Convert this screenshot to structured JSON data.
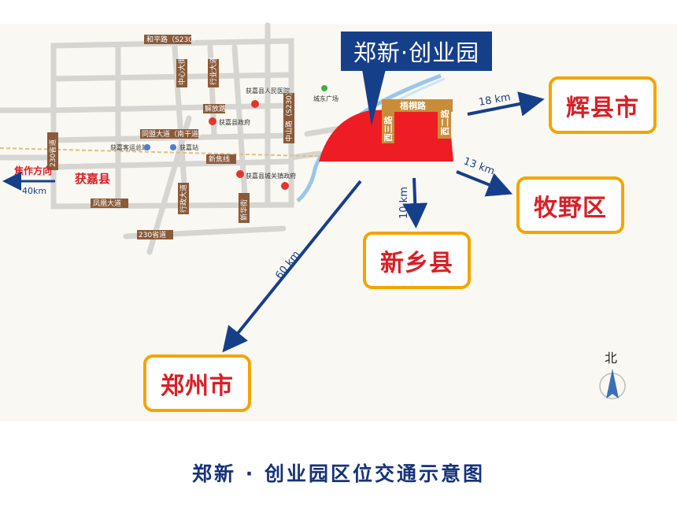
{
  "callout": {
    "title": "郑新·创业园"
  },
  "cities": {
    "huixian": "辉县市",
    "muye": "牧野区",
    "xinxiang": "新乡县",
    "zhengzhou": "郑州市"
  },
  "distances": {
    "huixian": "18 km",
    "muye": "13 km",
    "xinxiang": "10 km",
    "zhengzhou": "60 km",
    "jiaozuo": "40km"
  },
  "labels": {
    "jiaozuo_direction": "焦作方向",
    "county": "获嘉县",
    "north": "北"
  },
  "roads": {
    "heping": "和平路（S230）",
    "s230_vertical": "中山路（S230）",
    "road230_left": "230省道",
    "road230_bottom": "230省道",
    "tongmeng": "同盟大道（南干道）",
    "fenghuang": "凤凰大道",
    "xinhua": "新华街",
    "xingjiao": "新焦线",
    "wutong": "梧桐路",
    "xi_er": "西二路",
    "xi_san": "西三路",
    "xinyang": "行政大道",
    "jiefang": "解放路",
    "zhongxin": "中心大街",
    "xing_wen": "行业大道"
  },
  "pois": {
    "hospital": "获嘉县人民医院",
    "gov": "获嘉县政府",
    "bus_station": "获嘉客运总站",
    "train_station": "获嘉站",
    "town_gov": "获嘉县城关镇政府",
    "square": "城东广场"
  },
  "caption": "郑新 · 创业园区位交通示意图",
  "colors": {
    "park_red": "#ee1d23",
    "arrow_blue": "#163f8a",
    "box_border": "#f2a500",
    "city_text": "#d91f26",
    "road": "#d4d4d4",
    "river": "#9ac6ea"
  }
}
